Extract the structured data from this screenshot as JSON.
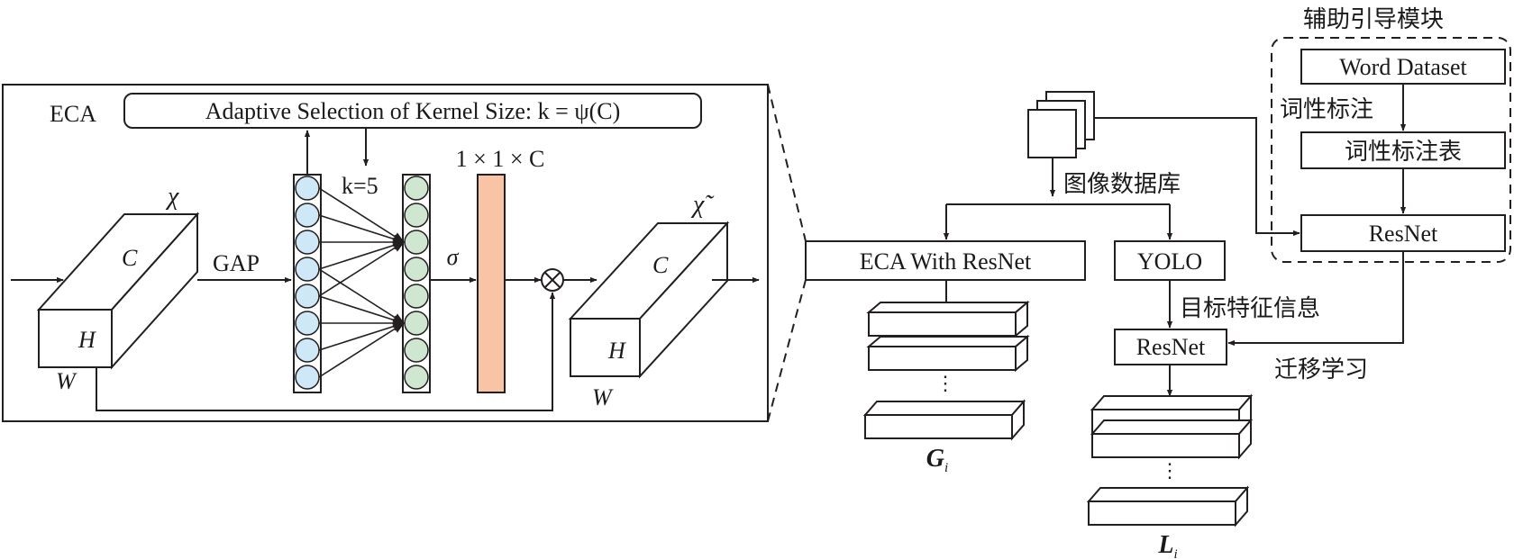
{
  "eca_panel": {
    "label": "ECA",
    "kernel_selection": "Adaptive Selection of Kernel Size: k = ψ(C)",
    "input_tensor": {
      "symbol": "χ",
      "c": "C",
      "h": "H",
      "w": "W"
    },
    "output_tensor": {
      "symbol": "χ̃",
      "c": "C",
      "h": "H",
      "w": "W"
    },
    "gap": "GAP",
    "kernel": "k=5",
    "sigma": "σ",
    "weight_shape": "1 × 1 × C",
    "multiply": "⊗",
    "colors": {
      "gap_nodes": "#cfe8f7",
      "conv_nodes": "#cfe6d1",
      "weight_bar": "#f9c4a6"
    }
  },
  "pipeline": {
    "image_db": "图像数据库",
    "eca_resnet": "ECA With ResNet",
    "yolo": "YOLO",
    "target_features": "目标特征信息",
    "resnet_local": "ResNet",
    "transfer": "迁移学习",
    "global_feature": {
      "main": "G",
      "sub": "i"
    },
    "local_feature": {
      "main": "L",
      "sub": "i"
    }
  },
  "aux_module": {
    "title": "辅助引导模块",
    "word_dataset": "Word Dataset",
    "pos_tagging": "词性标注",
    "pos_table": "词性标注表",
    "resnet": "ResNet"
  }
}
